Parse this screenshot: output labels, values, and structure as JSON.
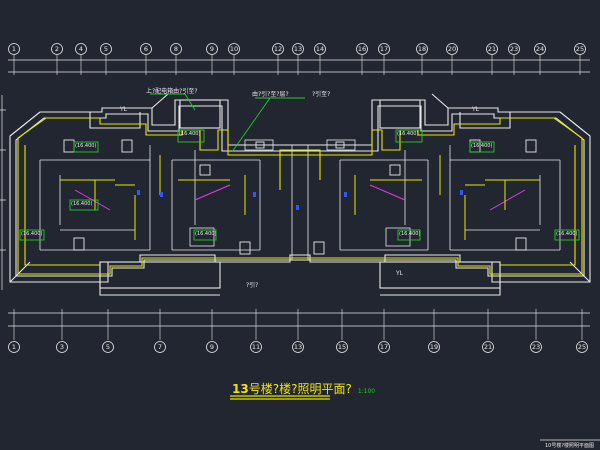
{
  "drawing": {
    "title_number": "13",
    "title_text": "号楼?楼?照明平面?",
    "scale": "1:100",
    "corner_label": "10号楼?楼照明平面图",
    "colors": {
      "background": "#222631",
      "wall": "#e8e8e8",
      "wiring": "#e6e600",
      "annotation": "#22cc22",
      "magenta": "#e040e0",
      "cyan": "#33cccc",
      "title_yellow": "#f2e600"
    }
  },
  "axes": {
    "top": [
      "1",
      "2",
      "4",
      "5",
      "6",
      "8",
      "9",
      "10",
      "12",
      "13",
      "14",
      "16",
      "17",
      "18",
      "20",
      "21",
      "23",
      "24",
      "25"
    ],
    "bottom": [
      "1",
      "3",
      "5",
      "7",
      "9",
      "11",
      "13",
      "15",
      "17",
      "19",
      "21",
      "23",
      "25"
    ]
  },
  "annotations": {
    "top_note": "上?配电箱由?引至?",
    "center_note": "由?引?至?层?",
    "center_note_b": "?引至?",
    "bottom_callout": "?引?",
    "yl": "YL",
    "el_labels": [
      "(16.400)",
      "(16.400)",
      "(16.400)",
      "(16.400)",
      "(16.400)",
      "(16.400)",
      "(16.400)",
      "(16.400)",
      "(16.400)"
    ]
  }
}
